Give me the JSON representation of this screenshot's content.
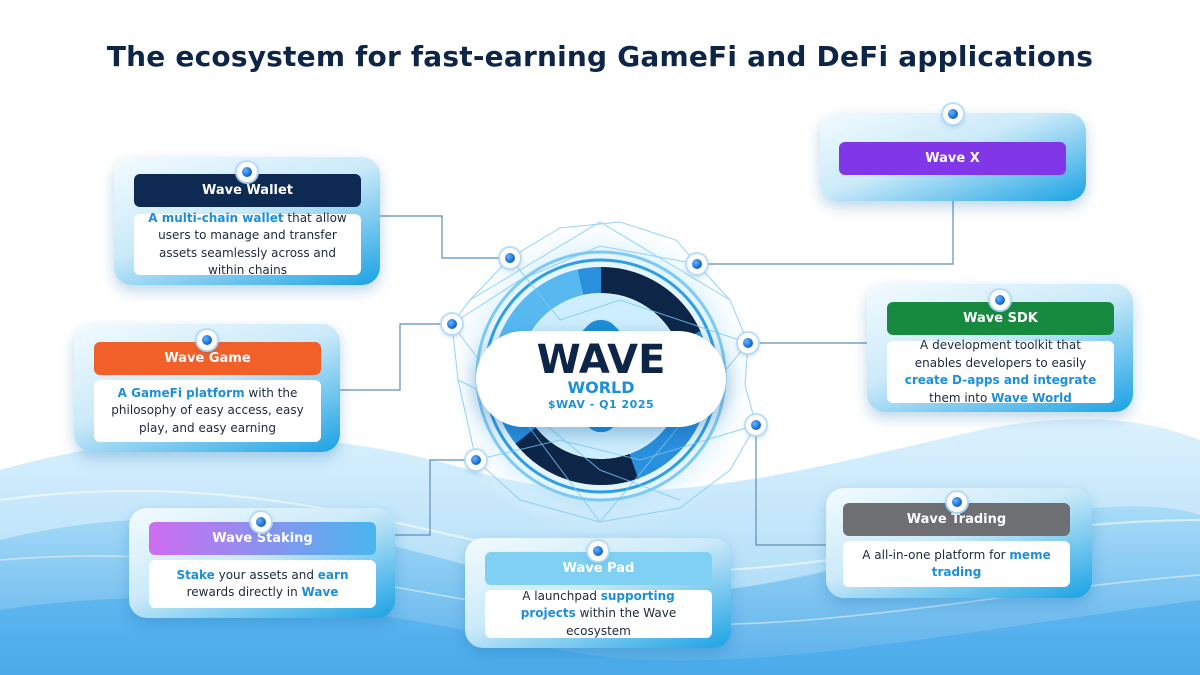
{
  "title": "The ecosystem for fast-earning GameFi and DeFi applications",
  "hub": {
    "title": "WAVE",
    "subtitle": "WORLD",
    "ticker": "$WAV - Q1 2025"
  },
  "colors": {
    "title": "#0d2547",
    "highlight": "#1d8fd8",
    "wallet_header": "#0f2a52",
    "game_header": "#f2602a",
    "staking_header_from": "#cf6cf0",
    "staking_header_to": "#49b6ee",
    "pad_header": "#7fd0f3",
    "x_header": "#8136e8",
    "sdk_header": "#178a3f",
    "trading_header": "#6d6f73"
  },
  "cards": {
    "wallet": {
      "title": "Wave Wallet",
      "body": [
        {
          "text": "A multi-chain wallet",
          "hl": true
        },
        {
          "text": " that allow users to manage and transfer assets seamlessly across and within chains",
          "hl": false
        }
      ]
    },
    "game": {
      "title": "Wave Game",
      "body": [
        {
          "text": "A GameFi platform",
          "hl": true
        },
        {
          "text": " with the philosophy of easy access, easy play, and easy earning",
          "hl": false
        }
      ]
    },
    "staking": {
      "title": "Wave Staking",
      "body": [
        {
          "text": "Stake",
          "hl": true
        },
        {
          "text": " your assets and ",
          "hl": false
        },
        {
          "text": "earn",
          "hl": true
        },
        {
          "text": " rewards directly in ",
          "hl": false
        },
        {
          "text": "Wave",
          "hl": true
        }
      ]
    },
    "pad": {
      "title": "Wave Pad",
      "body": [
        {
          "text": "A launchpad ",
          "hl": false
        },
        {
          "text": "supporting projects",
          "hl": true
        },
        {
          "text": " within the Wave ecosystem",
          "hl": false
        }
      ]
    },
    "x": {
      "title": "Wave X"
    },
    "sdk": {
      "title": "Wave SDK",
      "body": [
        {
          "text": "A development toolkit that enables developers to easily ",
          "hl": false
        },
        {
          "text": "create D-apps and integrate",
          "hl": true
        },
        {
          "text": " them into ",
          "hl": false
        },
        {
          "text": "Wave World",
          "hl": true
        }
      ]
    },
    "trading": {
      "title": "Wave Trading",
      "body": [
        {
          "text": "A all-in-one platform for ",
          "hl": false
        },
        {
          "text": "meme trading",
          "hl": true
        }
      ]
    }
  }
}
